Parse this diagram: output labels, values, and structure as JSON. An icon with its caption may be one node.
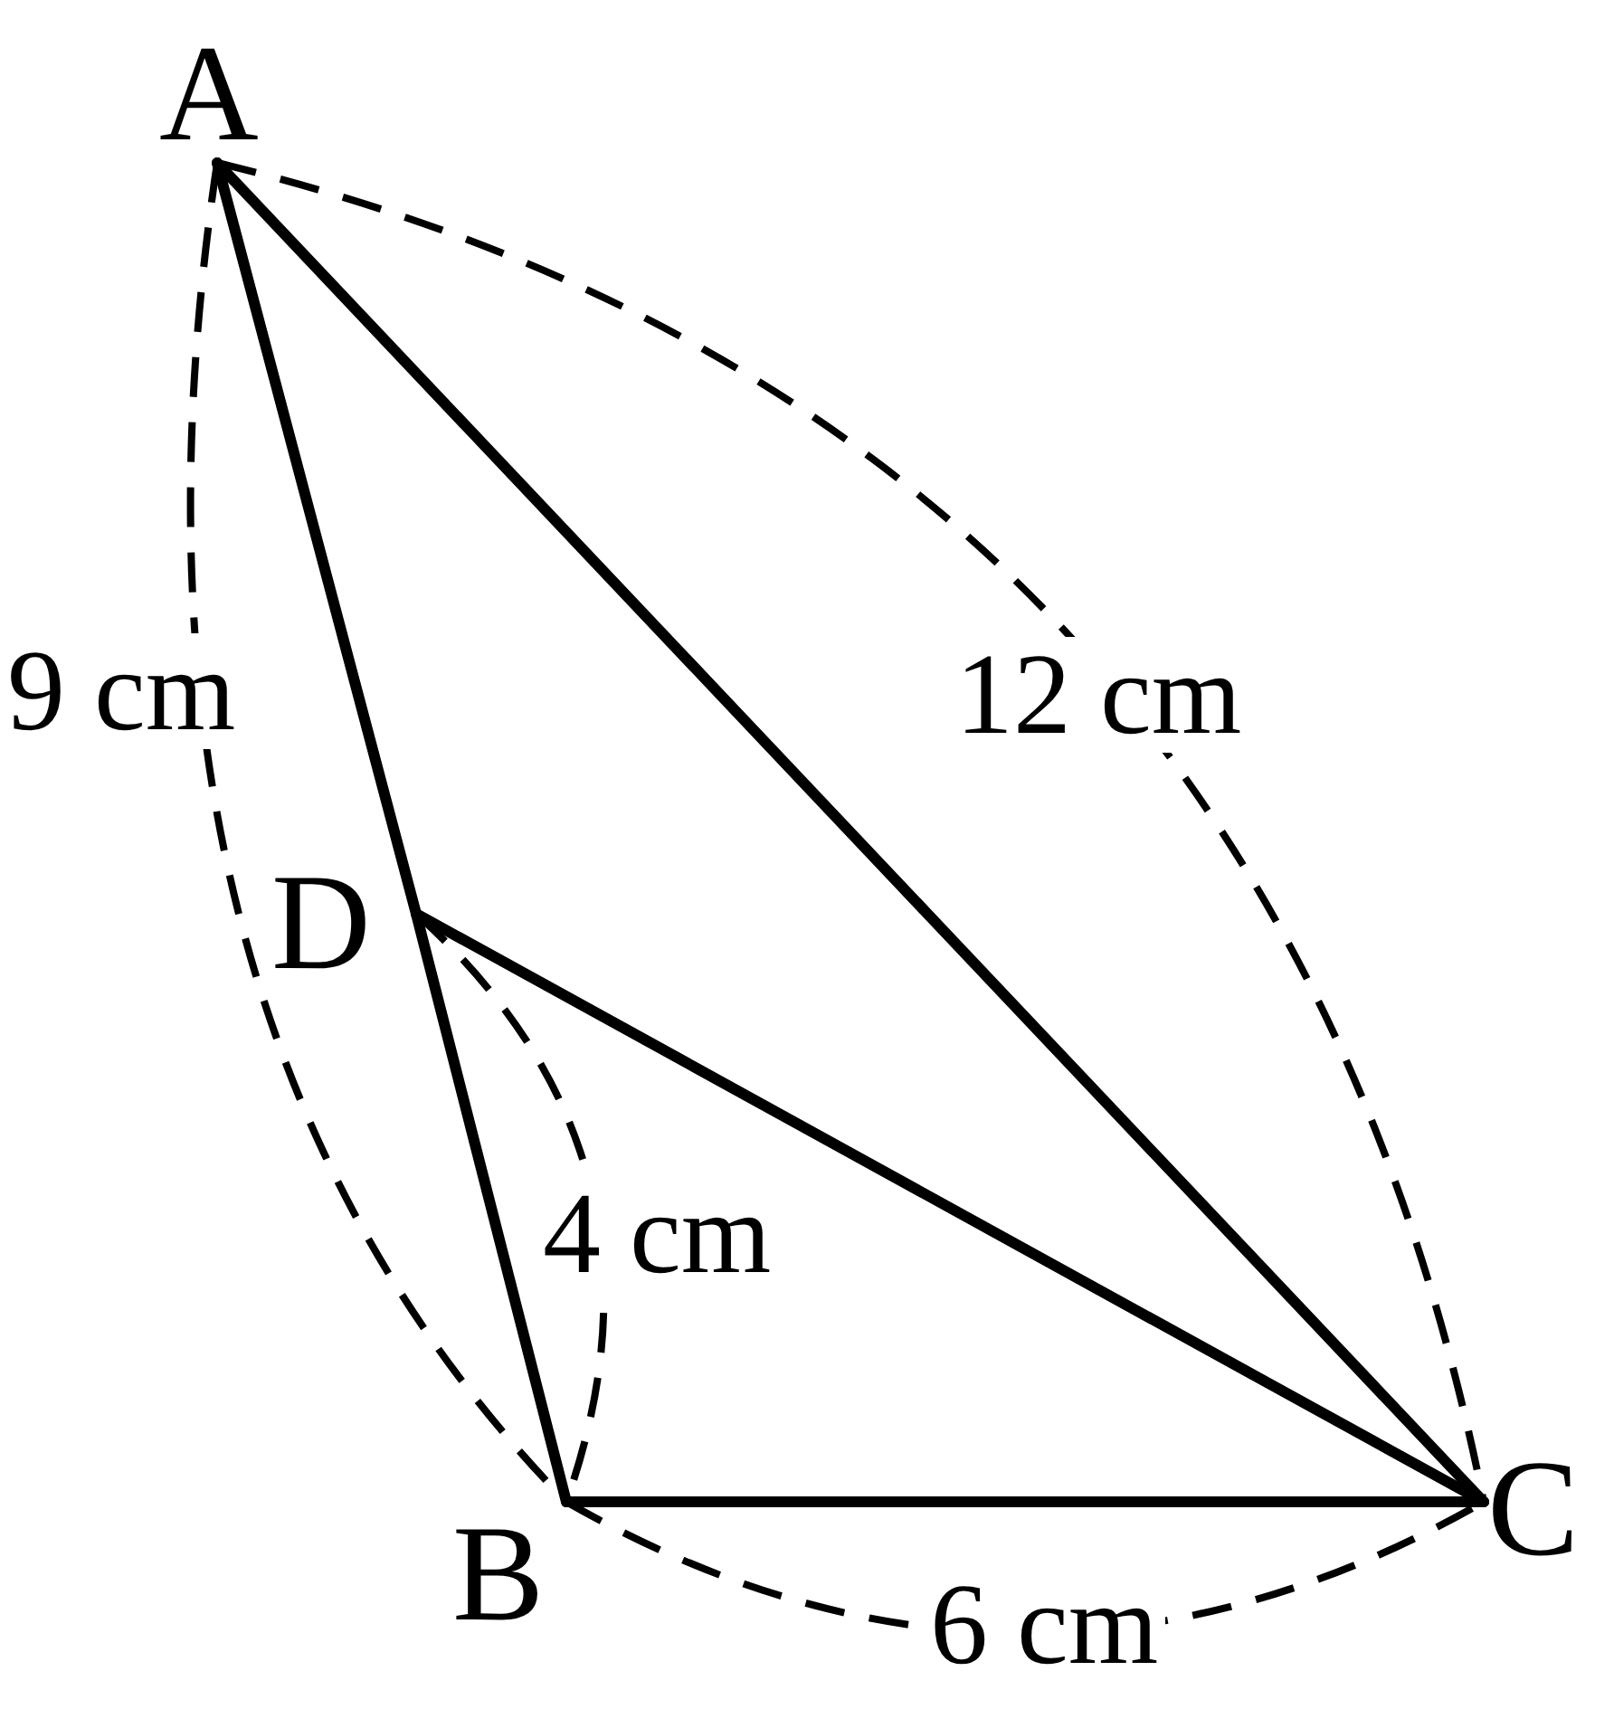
{
  "diagram": {
    "nodes": [
      {
        "text": [
          "A"
        ]
      },
      {
        "text": [
          "B"
        ]
      },
      {
        "text": [
          "C"
        ]
      },
      {
        "text": [
          "D"
        ]
      }
    ],
    "edges": [
      {
        "from": 0,
        "to": 3,
        "arrow": "none"
      },
      {
        "from": 3,
        "to": 1,
        "arrow": "none"
      },
      {
        "from": 0,
        "to": 2,
        "arrow": "none"
      },
      {
        "from": 1,
        "to": 2,
        "arrow": "none"
      },
      {
        "from": 3,
        "to": 2,
        "arrow": "none"
      }
    ],
    "labels": [
      "9 cm",
      "12 cm",
      "4 cm",
      "6 cm"
    ]
  }
}
